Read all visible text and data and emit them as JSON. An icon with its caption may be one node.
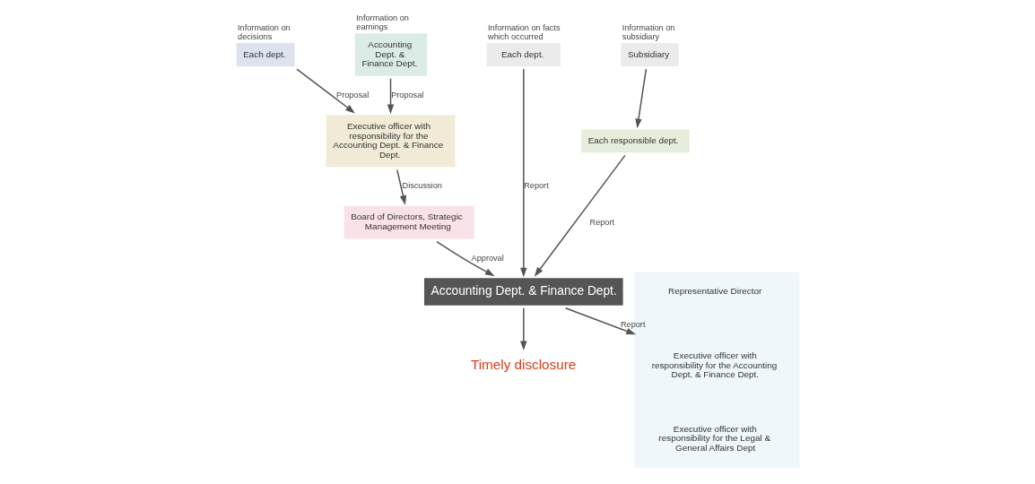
{
  "diagram": {
    "nodes": [
      {
        "text": [
          "Each dept."
        ],
        "beside": [
          "Information on decisions"
        ]
      },
      {
        "text": [
          "Accounting Dept. & Finance Dept."
        ],
        "beside": [
          "Information on earnings"
        ]
      },
      {
        "text": [
          "Each dept."
        ],
        "beside": [
          "Information on facts which occurred"
        ]
      },
      {
        "text": [
          "Subsidiary"
        ],
        "beside": [
          "Information on subsidiary"
        ]
      },
      {
        "text": [
          "Executive officer with responsibility for the Accounting Dept. & Finance Dept."
        ]
      },
      {
        "text": [
          "Each responsible dept."
        ]
      },
      {
        "text": [
          "Board of Directors, Strategic Management Meeting"
        ]
      },
      {
        "text": [
          "Accounting Dept. & Finance Dept."
        ]
      },
      {
        "text": [],
        "shape": "box"
      },
      {
        "text": [
          "Representative Director"
        ],
        "in": 8
      },
      {
        "text": [
          "Executive officer with responsibility for the Accounting Dept. & Finance Dept."
        ],
        "in": 8
      },
      {
        "text": [
          "Executive officer with responsibility for the Legal & General Affairs Dept"
        ],
        "in": 8
      },
      {
        "text": [
          "Timely disclosure"
        ]
      }
    ],
    "edges": [
      {
        "from": 0,
        "to": 4,
        "arrow": "to",
        "label": "Proposal"
      },
      {
        "from": 1,
        "to": 4,
        "arrow": "to",
        "label": "Proposal"
      },
      {
        "from": 4,
        "to": 6,
        "arrow": "to",
        "label": "Discussion"
      },
      {
        "from": 6,
        "to": 7,
        "arrow": "to",
        "label": "Approval"
      },
      {
        "from": 2,
        "to": 7,
        "arrow": "to",
        "label": "Report"
      },
      {
        "from": 3,
        "to": 5,
        "arrow": "to"
      },
      {
        "from": 5,
        "to": 7,
        "arrow": "to",
        "label": "Report"
      },
      {
        "from": 7,
        "to": 8,
        "arrow": "to",
        "label": "Report"
      },
      {
        "from": 7,
        "to": 12,
        "arrow": "to"
      }
    ]
  }
}
